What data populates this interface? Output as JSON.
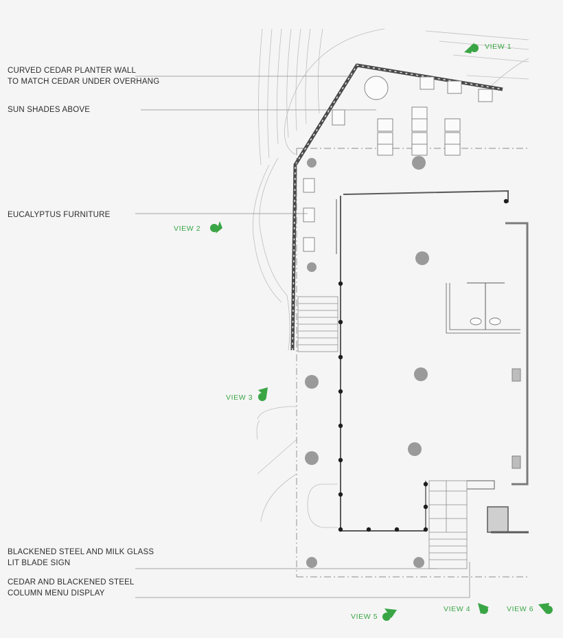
{
  "callouts": {
    "planter_wall": [
      "CURVED CEDAR PLANTER WALL",
      "TO MATCH CEDAR UNDER OVERHANG"
    ],
    "sun_shades": "SUN SHADES ABOVE",
    "furniture": "EUCALYPTUS FURNITURE",
    "blade_sign": [
      "BLACKENED STEEL AND MILK GLASS",
      "LIT BLADE SIGN"
    ],
    "menu_display": [
      "CEDAR AND BLACKENED STEEL",
      "COLUMN MENU DISPLAY"
    ]
  },
  "views": {
    "v1": "VIEW 1",
    "v2": "VIEW 2",
    "v3": "VIEW 3",
    "v4": "VIEW 4",
    "v5": "VIEW 5",
    "v6": "VIEW 6"
  },
  "colors": {
    "accent": "#3aa545",
    "linework": "#6e6e6e",
    "text": "#2b2b2b",
    "background": "#f5f5f5"
  }
}
